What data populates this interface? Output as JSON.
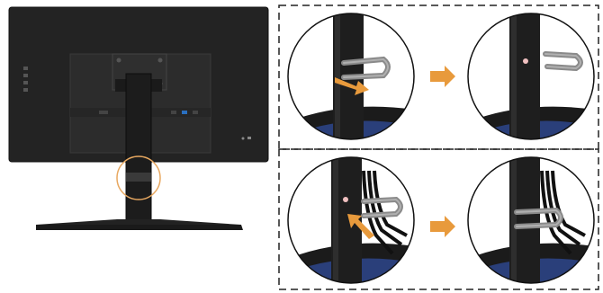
{
  "colors": {
    "accent": "#E89A3C",
    "highlight_ring": "#E8A860",
    "monitor_body": "#1f1f1f",
    "monitor_panel": "#2a2a2a",
    "cable_clip": "#8a8a8a",
    "base_blue": "#2a3f7a",
    "dashed_border": "#222222"
  },
  "icons": {
    "monitor": "monitor-rear-view-illustration",
    "step_arrow": "arrow-right",
    "insert_arrow": "orange-insertion-arrow",
    "cable_clip": "cable-management-clip"
  },
  "steps": [
    {
      "id": "remove-clip",
      "panel": "top"
    },
    {
      "id": "route-cables-and-attach",
      "panel": "bottom"
    }
  ]
}
